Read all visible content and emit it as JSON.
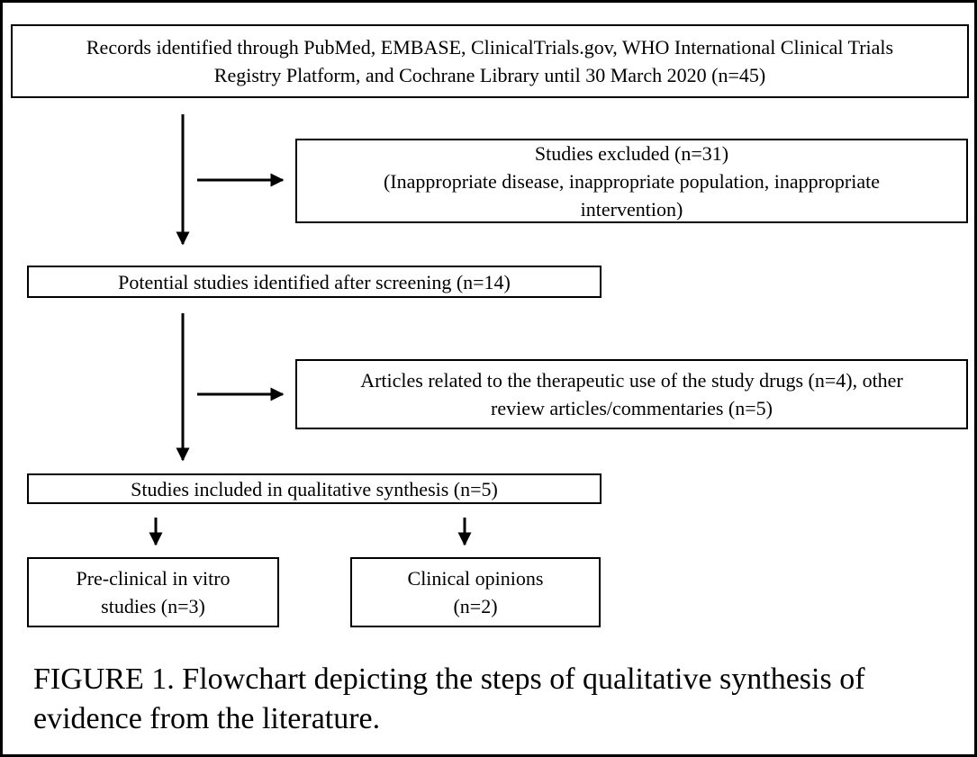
{
  "flowchart": {
    "records_box": {
      "line1": "Records identified through PubMed, EMBASE, ClinicalTrials.gov, WHO International Clinical Trials",
      "line2": "Registry Platform, and Cochrane Library until 30 March 2020 (n=45)"
    },
    "excluded_box": {
      "line1": "Studies excluded (n=31)",
      "line2": "(Inappropriate disease, inappropriate population, inappropriate",
      "line3": "intervention)"
    },
    "screened_box": {
      "line1": "Potential studies identified after screening (n=14)"
    },
    "articles_box": {
      "line1": "Articles related to the therapeutic use of the study drugs (n=4), other",
      "line2": "review articles/commentaries (n=5)"
    },
    "included_box": {
      "line1": "Studies included in qualitative synthesis (n=5)"
    },
    "preclinical_box": {
      "line1": "Pre-clinical in vitro",
      "line2": "studies (n=3)"
    },
    "clinical_box": {
      "line1": "Clinical opinions",
      "line2": "(n=2)"
    }
  },
  "caption": {
    "line1": "FIGURE 1. Flowchart depicting the steps of qualitative synthesis of",
    "line2": "evidence from the literature."
  }
}
